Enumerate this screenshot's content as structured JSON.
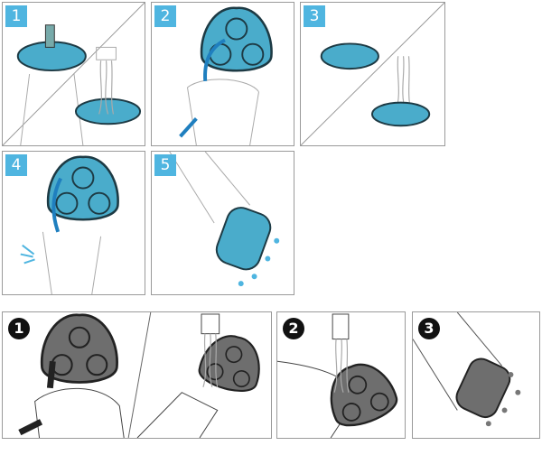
{
  "colors": {
    "accent": "#4fb5e0",
    "part_blue": "#4aaccb",
    "part_grey": "#6e6e6e",
    "arrow": "#1f7fbf"
  },
  "top_steps": [
    {
      "number": "1",
      "icon": "shaving-head-brush-and-rinse"
    },
    {
      "number": "2",
      "icon": "release-shaving-head"
    },
    {
      "number": "3",
      "icon": "brush-and-rinse-open-head"
    },
    {
      "number": "4",
      "icon": "close-shaving-head"
    },
    {
      "number": "5",
      "icon": "shake-off-water"
    }
  ],
  "bottom_steps": [
    {
      "number": "1",
      "icon": "open-and-rinse-head"
    },
    {
      "number": "2",
      "icon": "rinse-closed-head"
    },
    {
      "number": "3",
      "icon": "shake-off-water"
    }
  ]
}
